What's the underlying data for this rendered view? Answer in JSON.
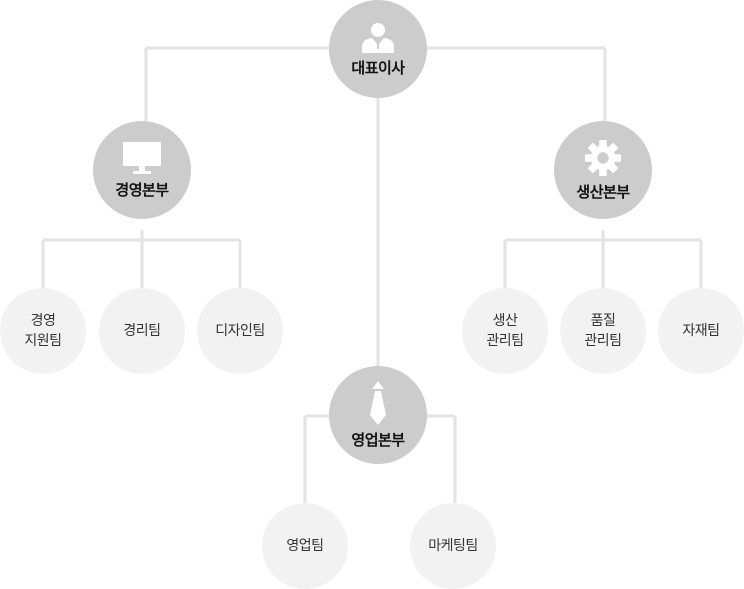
{
  "colors": {
    "connector": "#e3e3e3",
    "major_node": "#cccccc",
    "minor_node": "#f2f2f2",
    "icon": "#ffffff"
  },
  "ceo": {
    "label": "대표이사",
    "icon": "person-icon"
  },
  "divisions": {
    "management": {
      "label": "경영본부",
      "icon": "monitor-icon",
      "teams": [
        {
          "line1": "경영",
          "line2": "지원팀"
        },
        {
          "line1": "경리팀",
          "line2": ""
        },
        {
          "line1": "디자인팀",
          "line2": ""
        }
      ]
    },
    "production": {
      "label": "생산본부",
      "icon": "gear-icon",
      "teams": [
        {
          "line1": "생산",
          "line2": "관리팀"
        },
        {
          "line1": "품질",
          "line2": "관리팀"
        },
        {
          "line1": "자재팀",
          "line2": ""
        }
      ]
    },
    "sales": {
      "label": "영업본부",
      "icon": "tie-icon",
      "teams": [
        {
          "line1": "영업팀",
          "line2": ""
        },
        {
          "line1": "마케팅팀",
          "line2": ""
        }
      ]
    }
  }
}
